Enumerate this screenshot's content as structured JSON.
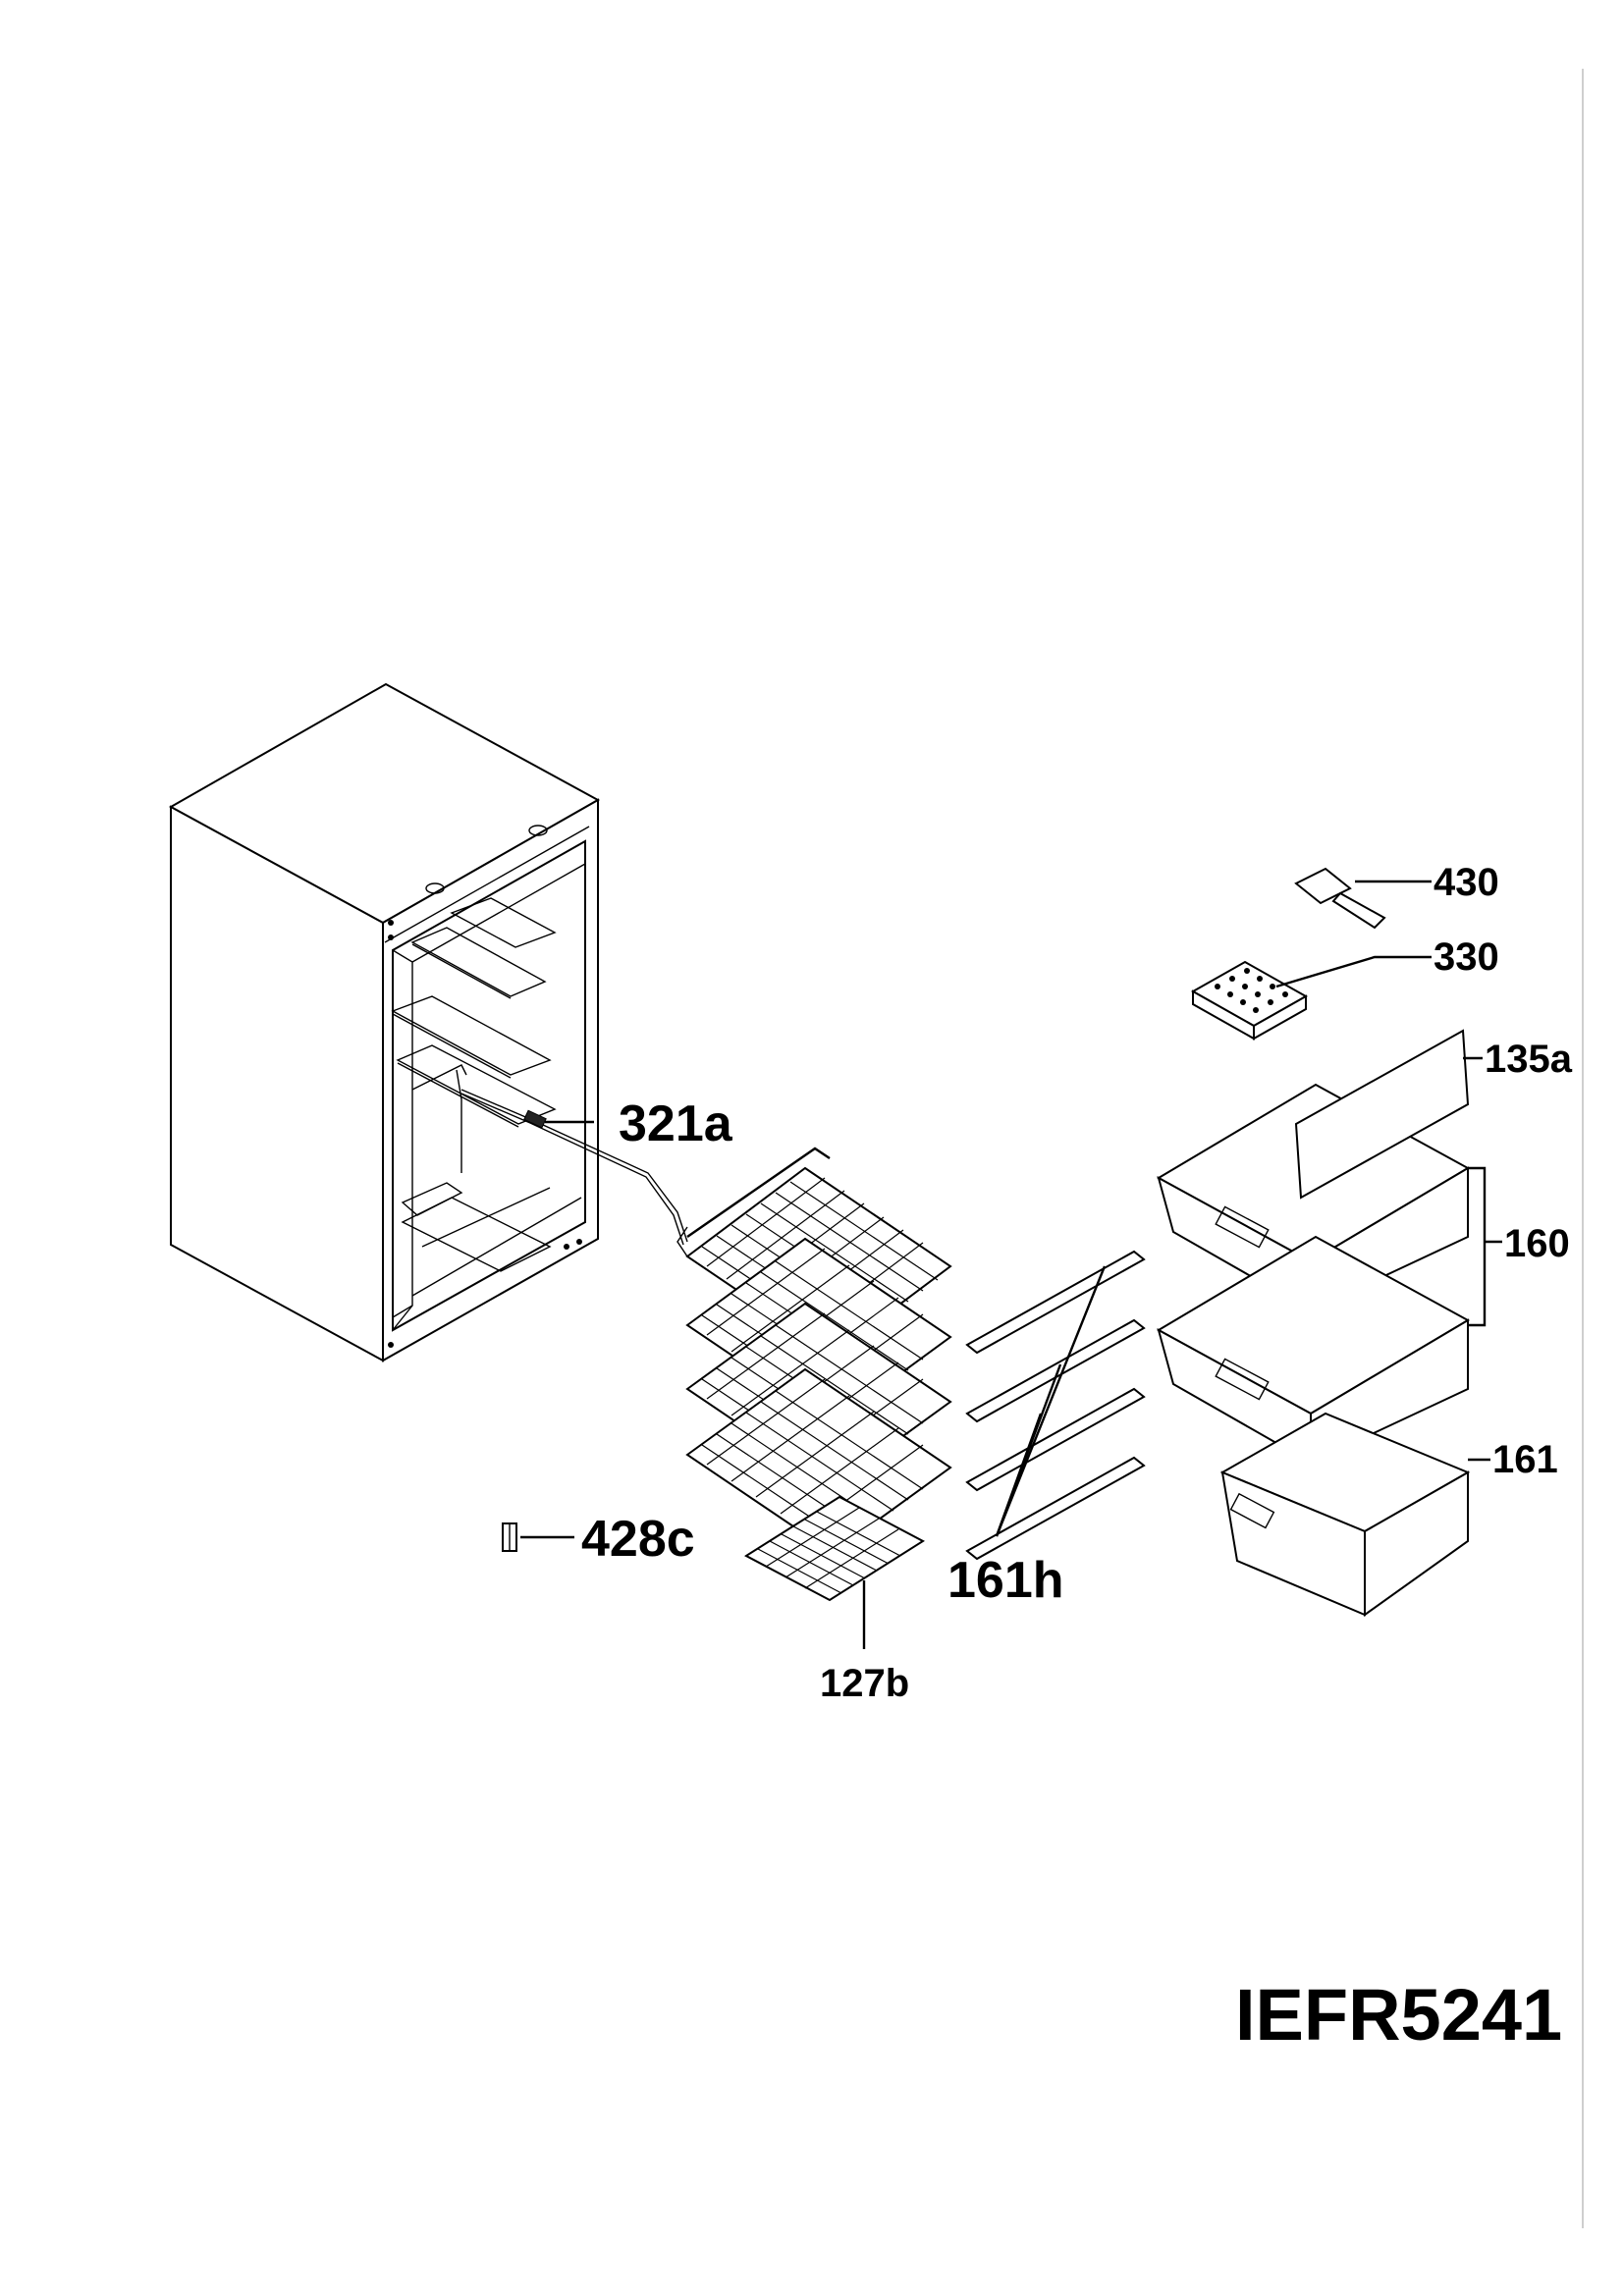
{
  "model": "IEFR5241",
  "callouts": {
    "c430": "430",
    "c330": "330",
    "c135a": "135a",
    "c321a": "321a",
    "c160": "160",
    "c161": "161",
    "c161h": "161h",
    "c428c": "428c",
    "c127b": "127b"
  }
}
